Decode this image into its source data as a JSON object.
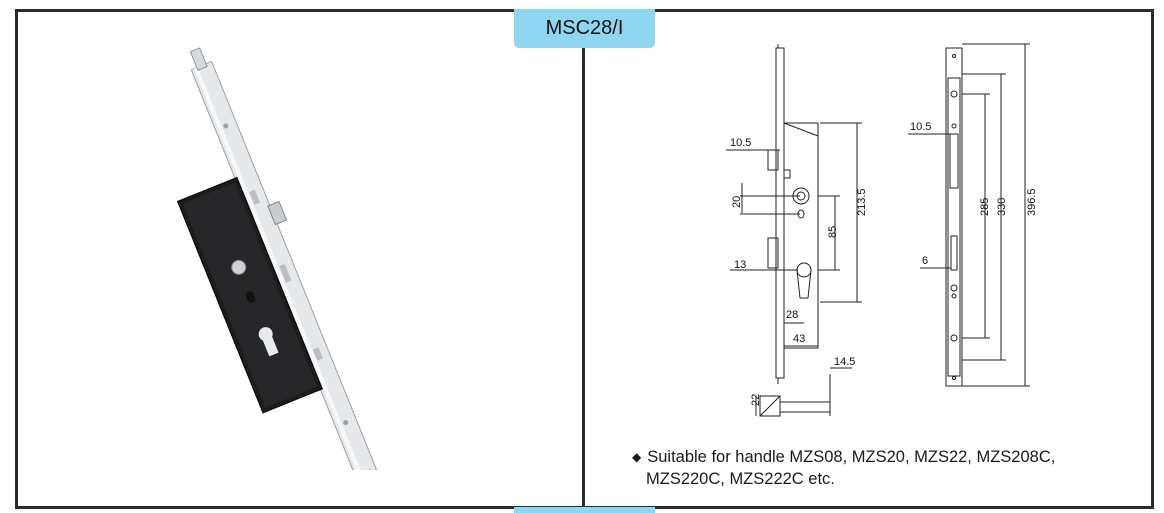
{
  "product": {
    "model": "MSC28/I"
  },
  "drawing": {
    "dimensions": {
      "front_backset_offset": "10.5",
      "hub_offset": "20",
      "lower_offset": "13",
      "hub_to_cylinder": "85",
      "faceplate_span": "213.5",
      "backset": "28",
      "case_width": "43",
      "faceplate_width": "14.5",
      "faceplate_depth": "22",
      "side_offset_top": "10.5",
      "side_offset_low": "6",
      "screw_spacing_inner": "285",
      "screw_spacing_outer": "330",
      "overall_length": "396.5"
    }
  },
  "note": {
    "bullet_symbol": "◆",
    "line1": "Suitable for handle MZS08, MZS20, MZS22, MZS208C,",
    "line2": "MZS220C, MZS222C etc."
  }
}
